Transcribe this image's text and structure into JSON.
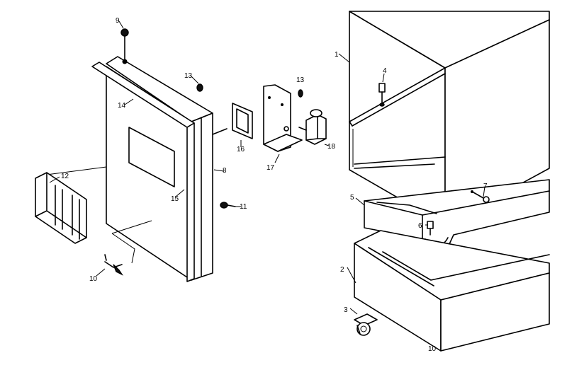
{
  "labels": {
    "p1": "1",
    "p2": "2",
    "p3": "3",
    "p4": "4",
    "p5": "5",
    "p6": "6",
    "p7": "7",
    "p8": "8",
    "p9": "9",
    "p10": "10",
    "p11": "11",
    "p12": "12",
    "p13a": "13",
    "p13b": "13",
    "p14": "14",
    "p15": "15",
    "p16": "16",
    "p17": "17",
    "p18": "18",
    "corner": "10"
  }
}
